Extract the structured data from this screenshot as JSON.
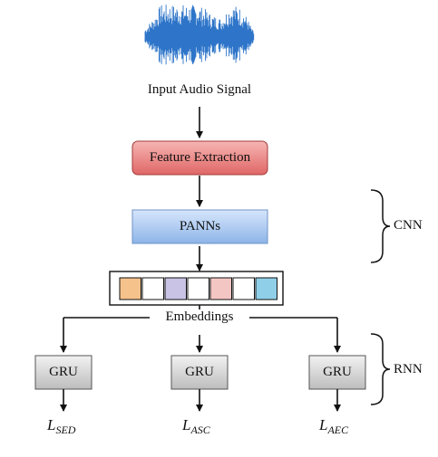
{
  "input_label": "Input Audio Signal",
  "feature_extraction": {
    "label": "Feature Extraction",
    "color": "#e06666"
  },
  "panns": {
    "label": "PANNs",
    "color": "#8db4e8"
  },
  "embeddings": {
    "label": "Embeddings",
    "cell_colors": [
      "#f6c28b",
      "#ffffff",
      "#c9c3e6",
      "#ffffff",
      "#f4c6c3",
      "#ffffff",
      "#8fd0e8"
    ]
  },
  "gru_blocks": [
    {
      "label": "GRU",
      "loss": "L",
      "loss_sub": "SED"
    },
    {
      "label": "GRU",
      "loss": "L",
      "loss_sub": "ASC"
    },
    {
      "label": "GRU",
      "loss": "L",
      "loss_sub": "AEC"
    }
  ],
  "braces": {
    "cnn": "CNN",
    "rnn": "RNN"
  },
  "waveform_color": "#2e75c9"
}
